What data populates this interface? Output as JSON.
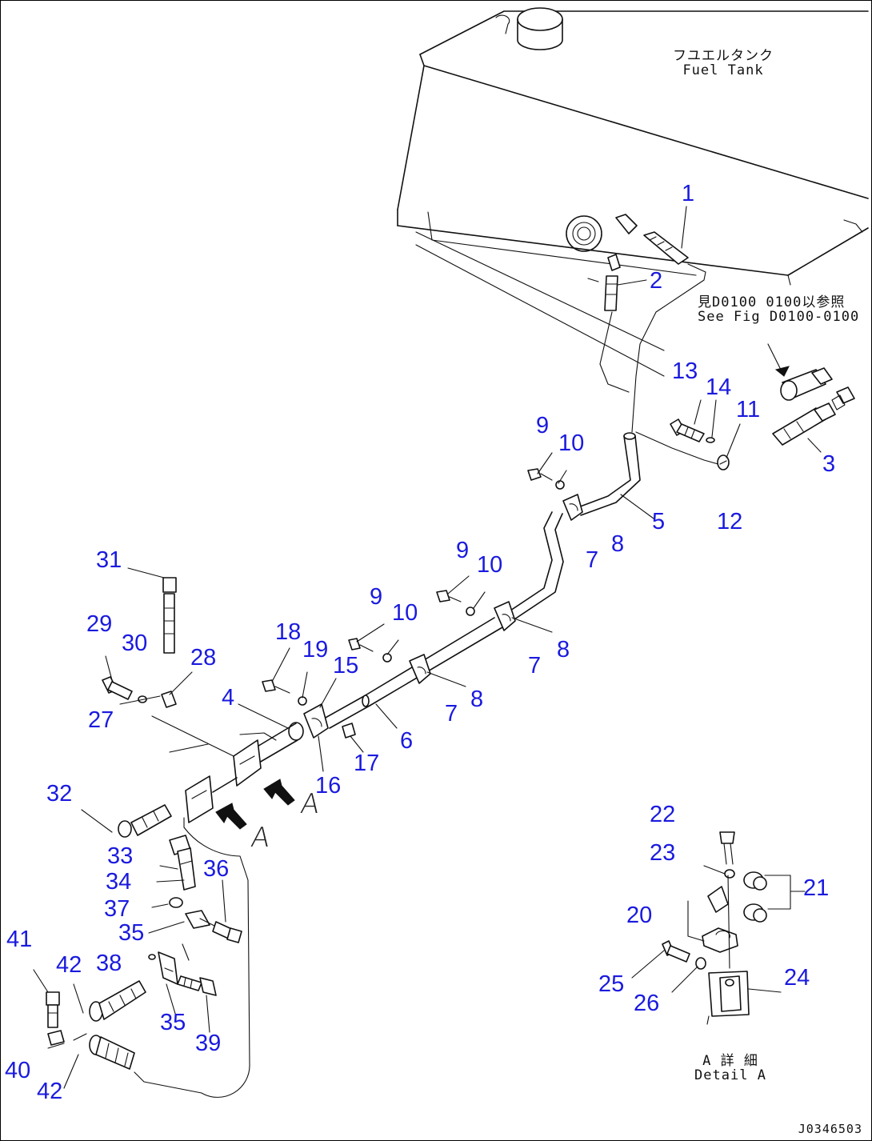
{
  "labels": {
    "fuel_tank_jp": "フユエルタンク",
    "fuel_tank_en": "Fuel Tank",
    "see_fig_jp": "見D0100 0100以参照",
    "see_fig_en": "See Fig D0100-0100",
    "detail_jp": "A 詳 細",
    "detail_en": "Detail A",
    "view_a_1": "A",
    "view_a_2": "A",
    "drawing_id": "J0346503"
  },
  "callouts": [
    {
      "id": "c1",
      "text": "1"
    },
    {
      "id": "c2",
      "text": "2"
    },
    {
      "id": "c3",
      "text": "3"
    },
    {
      "id": "c4",
      "text": "4"
    },
    {
      "id": "c5",
      "text": "5"
    },
    {
      "id": "c6",
      "text": "6"
    },
    {
      "id": "c7a",
      "text": "7"
    },
    {
      "id": "c7b",
      "text": "7"
    },
    {
      "id": "c7c",
      "text": "7"
    },
    {
      "id": "c8a",
      "text": "8"
    },
    {
      "id": "c8b",
      "text": "8"
    },
    {
      "id": "c8c",
      "text": "8"
    },
    {
      "id": "c9a",
      "text": "9"
    },
    {
      "id": "c9b",
      "text": "9"
    },
    {
      "id": "c9c",
      "text": "9"
    },
    {
      "id": "c10a",
      "text": "10"
    },
    {
      "id": "c10b",
      "text": "10"
    },
    {
      "id": "c10c",
      "text": "10"
    },
    {
      "id": "c11",
      "text": "11"
    },
    {
      "id": "c12",
      "text": "12"
    },
    {
      "id": "c13",
      "text": "13"
    },
    {
      "id": "c14",
      "text": "14"
    },
    {
      "id": "c15",
      "text": "15"
    },
    {
      "id": "c16",
      "text": "16"
    },
    {
      "id": "c17",
      "text": "17"
    },
    {
      "id": "c18",
      "text": "18"
    },
    {
      "id": "c19",
      "text": "19"
    },
    {
      "id": "c20",
      "text": "20"
    },
    {
      "id": "c21",
      "text": "21"
    },
    {
      "id": "c22",
      "text": "22"
    },
    {
      "id": "c23",
      "text": "23"
    },
    {
      "id": "c24",
      "text": "24"
    },
    {
      "id": "c25",
      "text": "25"
    },
    {
      "id": "c26",
      "text": "26"
    },
    {
      "id": "c27",
      "text": "27"
    },
    {
      "id": "c28",
      "text": "28"
    },
    {
      "id": "c29",
      "text": "29"
    },
    {
      "id": "c30",
      "text": "30"
    },
    {
      "id": "c31",
      "text": "31"
    },
    {
      "id": "c32",
      "text": "32"
    },
    {
      "id": "c33",
      "text": "33"
    },
    {
      "id": "c34",
      "text": "34"
    },
    {
      "id": "c35a",
      "text": "35"
    },
    {
      "id": "c35b",
      "text": "35"
    },
    {
      "id": "c36",
      "text": "36"
    },
    {
      "id": "c37",
      "text": "37"
    },
    {
      "id": "c38",
      "text": "38"
    },
    {
      "id": "c39",
      "text": "39"
    },
    {
      "id": "c40",
      "text": "40"
    },
    {
      "id": "c41",
      "text": "41"
    },
    {
      "id": "c42a",
      "text": "42"
    },
    {
      "id": "c42b",
      "text": "42"
    }
  ],
  "colors": {
    "callout": "#1a1adf",
    "line": "#111111",
    "background": "#ffffff"
  }
}
